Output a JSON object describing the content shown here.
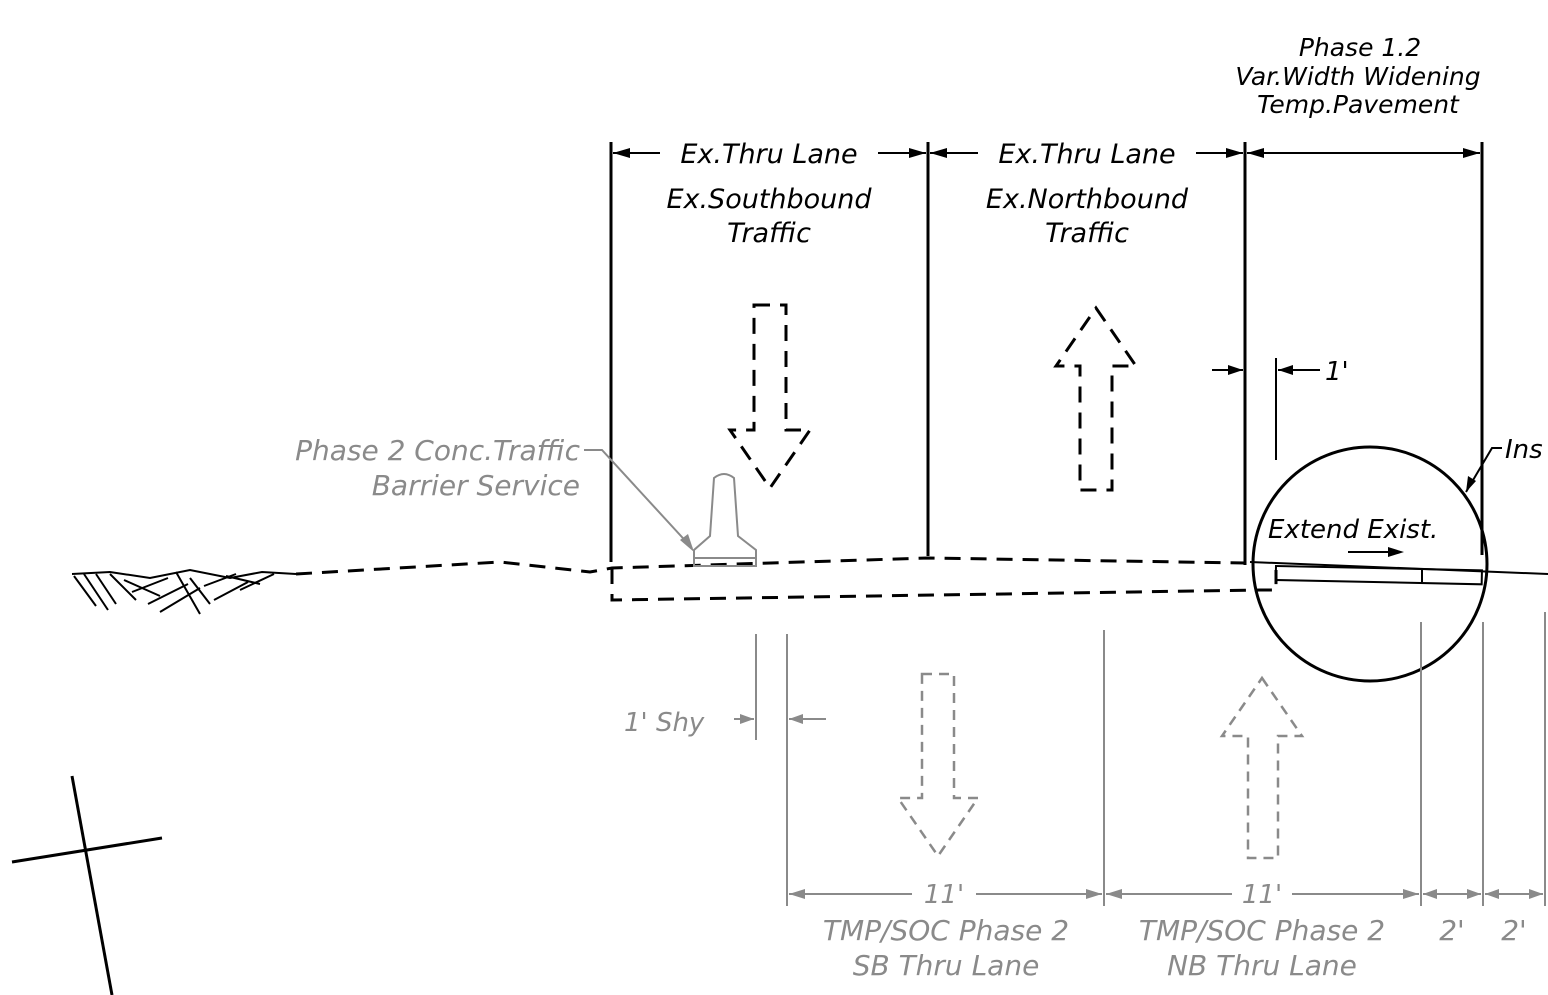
{
  "labels": {
    "phase_title_line1": "Phase 1.2",
    "phase_title_line2": "Var.Width Widening",
    "phase_title_line3": "Temp.Pavement",
    "ex_thru_lane_sb": "Ex.Thru Lane",
    "ex_thru_lane_nb": "Ex.Thru Lane",
    "ex_sb_line1": "Ex.Southbound",
    "ex_sb_line2": "Traffic",
    "ex_nb_line1": "Ex.Northbound",
    "ex_nb_line2": "Traffic",
    "barrier_line1": "Phase 2 Conc.Traffic",
    "barrier_line2": "Barrier Service",
    "one_foot": "1'",
    "ins_partial": "Ins",
    "extend_exist": "Extend Exist.",
    "shy": "1' Shy",
    "dim_sb": "11'",
    "dim_nb": "11'",
    "dim_2a": "2'",
    "dim_2b": "2'",
    "sb_lane_line1": "TMP/SOC Phase 2",
    "sb_lane_line2": "SB Thru Lane",
    "nb_lane_line1": "TMP/SOC Phase 2",
    "nb_lane_line2": "NB Thru Lane"
  },
  "colors": {
    "existing": "#000000",
    "proposed": "#8a8a8a",
    "background": "#ffffff"
  }
}
